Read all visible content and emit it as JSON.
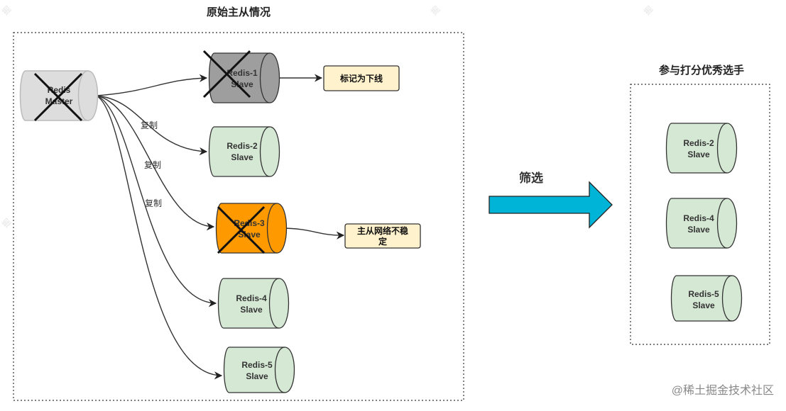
{
  "left_group": {
    "title": "原始主从情况"
  },
  "right_group": {
    "title": "参与打分优秀选手"
  },
  "filter_arrow": {
    "label": "筛选",
    "color": "#00b4d8"
  },
  "master": {
    "line1": "Redis",
    "line2": "Master",
    "status": "down"
  },
  "slaves": [
    {
      "id": "redis-1",
      "line1": "Redis-1",
      "line2": "Slave",
      "status": "offline",
      "fill": "#9e9e9e"
    },
    {
      "id": "redis-2",
      "line1": "Redis-2",
      "line2": "Slave",
      "status": "ok",
      "fill": "#d5e8d4"
    },
    {
      "id": "redis-3",
      "line1": "Redis-3",
      "line2": "Slave",
      "status": "unstable",
      "fill": "#ff9900"
    },
    {
      "id": "redis-4",
      "line1": "Redis-4",
      "line2": "Slave",
      "status": "ok",
      "fill": "#d5e8d4"
    },
    {
      "id": "redis-5",
      "line1": "Redis-5",
      "line2": "Slave",
      "status": "ok",
      "fill": "#d5e8d4"
    }
  ],
  "notes": {
    "offline": "标记为下线",
    "unstable_line1": "主从网络不稳",
    "unstable_line2": "定"
  },
  "edge_labels": [
    "复制",
    "复制",
    "复制"
  ],
  "selected": [
    {
      "line1": "Redis-2",
      "line2": "Slave"
    },
    {
      "line1": "Redis-4",
      "line2": "Slave"
    },
    {
      "line1": "Redis-5",
      "line2": "Slave"
    }
  ],
  "watermark": "@稀土掘金技术社区",
  "colors": {
    "note_fill": "#fff2cc",
    "ok_fill": "#d5e8d4",
    "master_fill": "#dddddd",
    "cross": "#111111"
  }
}
